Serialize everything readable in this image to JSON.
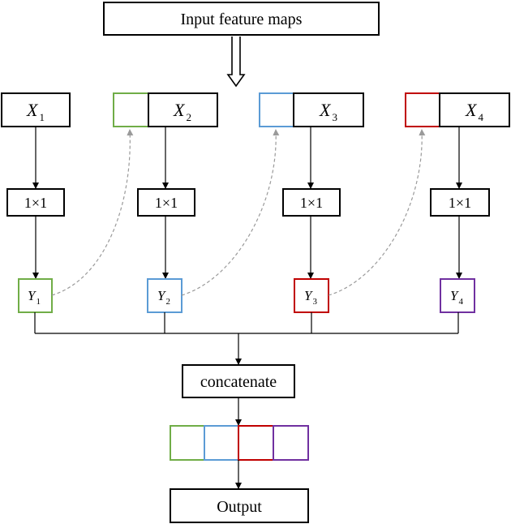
{
  "input_label": "Input feature maps",
  "x_labels": [
    {
      "base": "X",
      "sub": "1"
    },
    {
      "base": "X",
      "sub": "2"
    },
    {
      "base": "X",
      "sub": "3"
    },
    {
      "base": "X",
      "sub": "4"
    }
  ],
  "conv_label": "1×1",
  "y_labels": [
    {
      "base": "Y",
      "sub": "1"
    },
    {
      "base": "Y",
      "sub": "2"
    },
    {
      "base": "Y",
      "sub": "3"
    },
    {
      "base": "Y",
      "sub": "4"
    }
  ],
  "concat_label": "concatenate",
  "output_label": "Output",
  "colors": {
    "y1": "#70ad47",
    "y2": "#5b9bd5",
    "y3": "#c00000",
    "y4": "#7030a0",
    "dashed": "#9a9a9a",
    "stroke": "#000000"
  }
}
